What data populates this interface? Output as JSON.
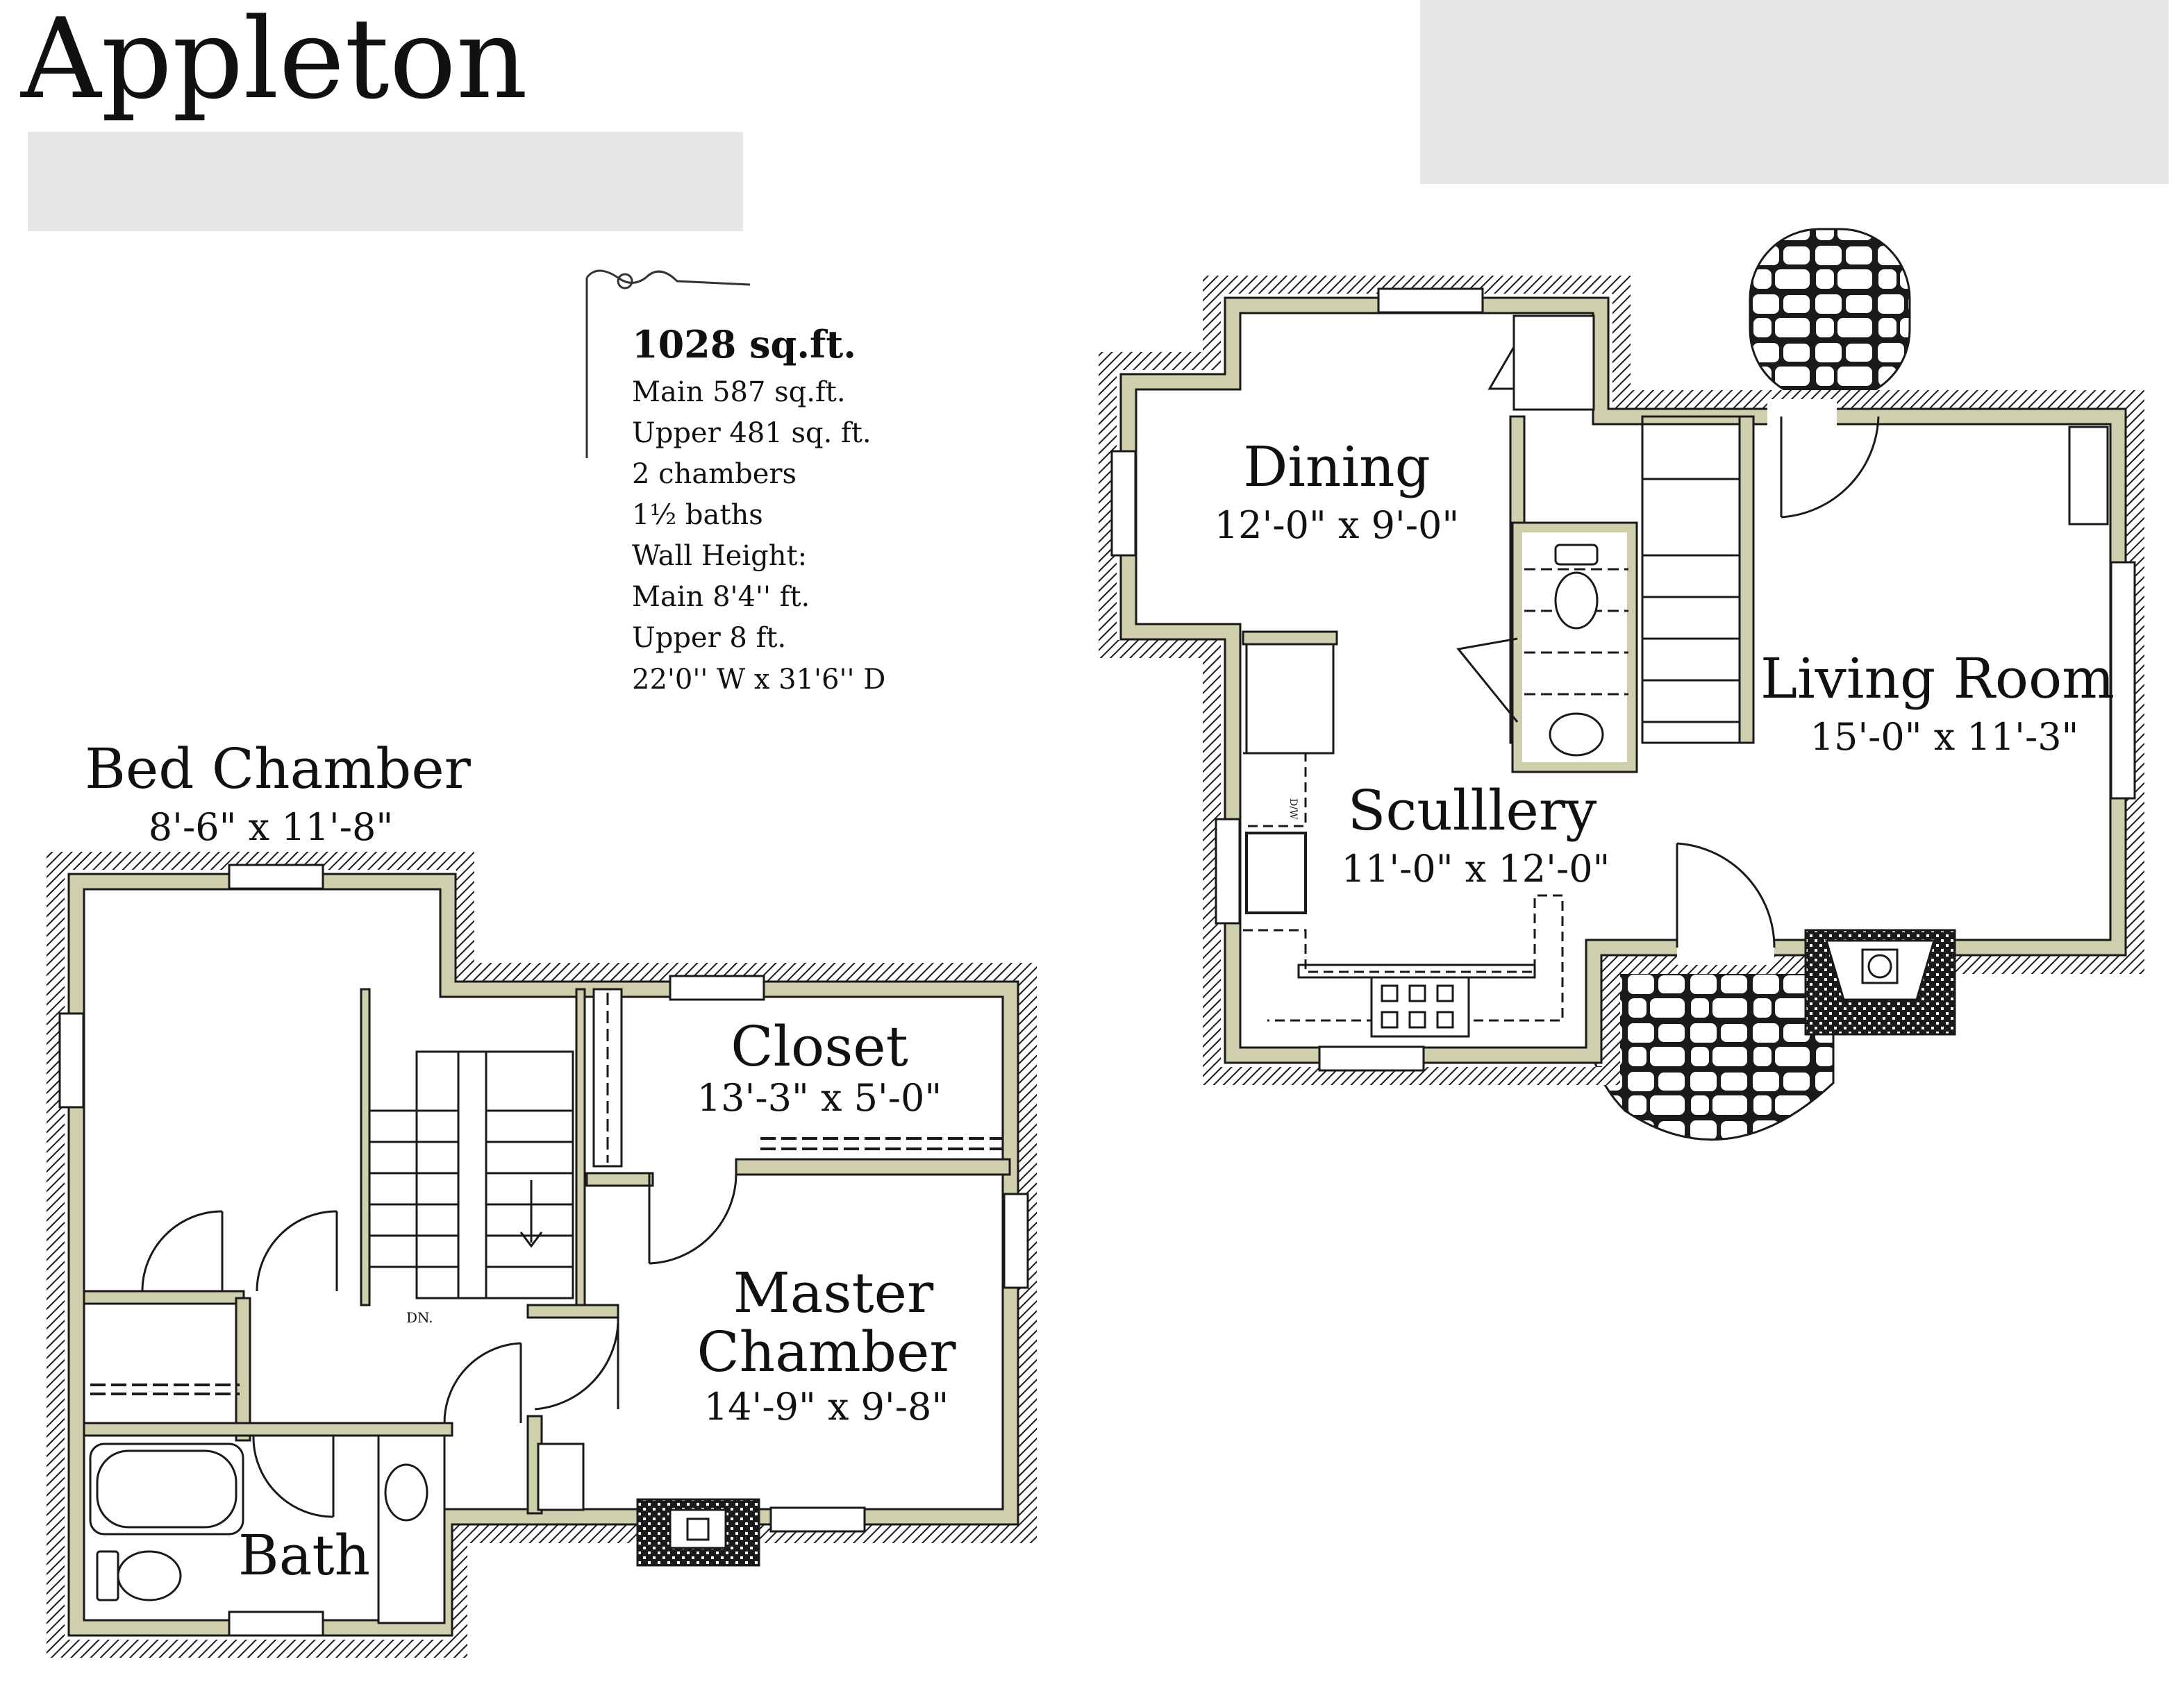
{
  "title": "Appleton",
  "specs": {
    "total": "1028 sq.ft.",
    "lines": [
      "Main 587 sq.ft.",
      "Upper 481 sq. ft.",
      "2 chambers",
      "1½ baths",
      "Wall Height:",
      "Main 8'4'' ft.",
      "Upper 8 ft.",
      "22'0'' W x 31'6'' D"
    ]
  },
  "upper_floor": {
    "rooms": [
      {
        "name": "Bed Chamber",
        "dims": "8'-6\" x 11'-8\""
      },
      {
        "name": "Closet",
        "dims": "13'-3\" x 5'-0\""
      },
      {
        "name": "Master",
        "name2": "Chamber",
        "dims": "14'-9\" x 9'-8\""
      },
      {
        "name": "Bath"
      }
    ],
    "stair_label": "DN."
  },
  "main_floor": {
    "rooms": [
      {
        "name": "Dining",
        "dims": "12'-0\" x 9'-0\""
      },
      {
        "name": "Living Room",
        "dims": "15'-0\" x 11'-3\""
      },
      {
        "name": "Sculllery",
        "dims": "11'-0\" x 12'-0\""
      }
    ],
    "appliance_label": "D/W"
  },
  "colors": {
    "wall_fill": "#cfcfae",
    "wall_line": "#1a1a1a",
    "redaction": "#e6e6e6",
    "stone": "#ffffff"
  }
}
